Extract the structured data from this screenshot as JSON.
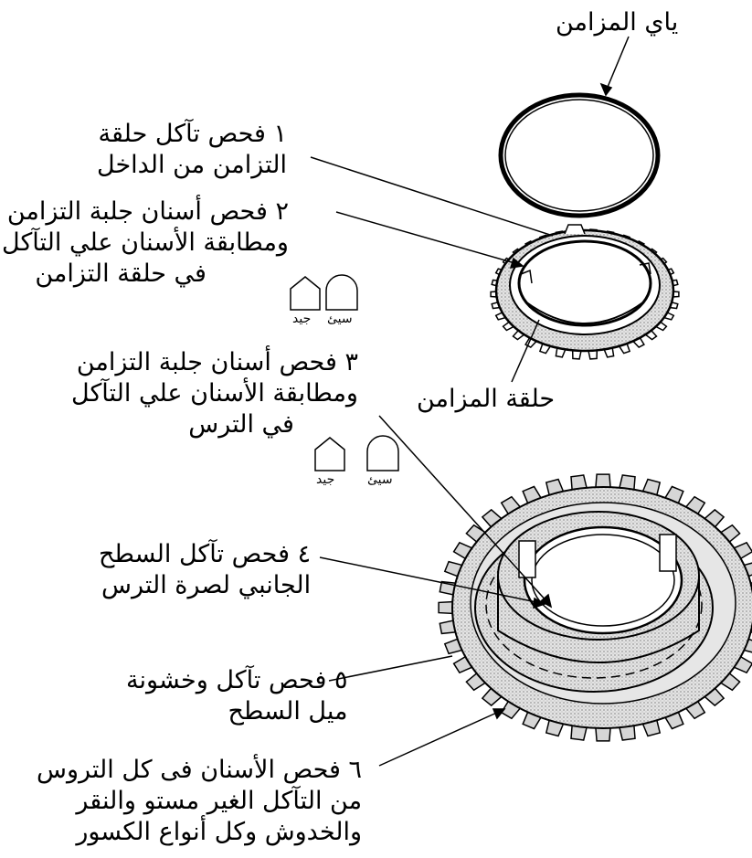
{
  "labels": {
    "spring": "ياي المزامن",
    "sync_ring": "حلقة المزامن",
    "step1": {
      "num": "١",
      "lines": [
        "فحص تآكل حلقة",
        "التزامن من الداخل"
      ]
    },
    "step2": {
      "num": "٢",
      "lines": [
        "فحص أسنان جلبة التزامن",
        "ومطابقة الأسنان علي التآكل",
        "في حلقة التزامن"
      ]
    },
    "step3": {
      "num": "٣",
      "lines": [
        "فحص أسنان جلبة التزامن",
        "ومطابقة الأسنان علي التآكل",
        "في الترس"
      ]
    },
    "step4": {
      "num": "٤",
      "lines": [
        "فحص تآكل السطح",
        "الجانبي لصرة الترس"
      ]
    },
    "step5": {
      "num": "٥",
      "lines": [
        "فحص تآكل وخشونة",
        "ميل السطح"
      ]
    },
    "step6": {
      "num": "٦",
      "lines": [
        "فحص الأسنان فى كل التروس",
        "من التآكل الغير مستو والنقر",
        "والخدوش وكل أنواع الكسور"
      ]
    }
  },
  "legend": {
    "bad": "سيئ",
    "good": "جيد"
  },
  "colors": {
    "ink": "#000000",
    "gear_fill": "#d6d6d6",
    "dot_fill": "#bdbdbd"
  }
}
